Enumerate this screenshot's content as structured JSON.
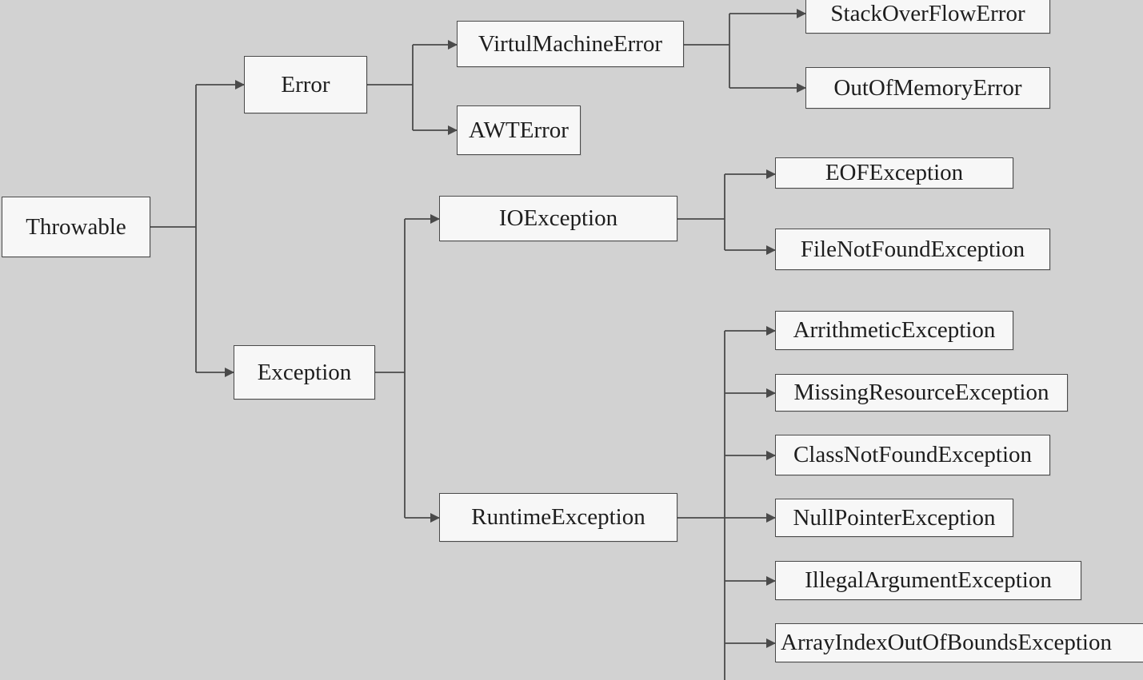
{
  "diagram": {
    "colors": {
      "background": "#d2d2d2",
      "box_fill": "#f7f7f7",
      "line": "#4a4a4a",
      "text": "#1e1e1e"
    },
    "nodes": {
      "throwable": "Throwable",
      "error": "Error",
      "exception": "Exception",
      "virtual_machine_error": "VirtulMachineError",
      "awt_error": "AWTError",
      "stack_overflow_error": "StackOverFlowError",
      "out_of_memory_error": "OutOfMemoryError",
      "io_exception": "IOException",
      "runtime_exception": "RuntimeException",
      "eof_exception": "EOFException",
      "file_not_found_exception": "FileNotFoundException",
      "arithmetic_exception": "ArrithmeticException",
      "missing_resource_exception": "MissingResourceException",
      "class_not_found_exception": "ClassNotFoundException",
      "null_pointer_exception": "NullPointerException",
      "illegal_argument_exception": "IllegalArgumentException",
      "array_index_out_of_bounds_exception": "ArrayIndexOutOfBoundsException"
    },
    "edges": [
      [
        "throwable",
        "error"
      ],
      [
        "throwable",
        "exception"
      ],
      [
        "error",
        "virtual_machine_error"
      ],
      [
        "error",
        "awt_error"
      ],
      [
        "virtual_machine_error",
        "stack_overflow_error"
      ],
      [
        "virtual_machine_error",
        "out_of_memory_error"
      ],
      [
        "exception",
        "io_exception"
      ],
      [
        "exception",
        "runtime_exception"
      ],
      [
        "io_exception",
        "eof_exception"
      ],
      [
        "io_exception",
        "file_not_found_exception"
      ],
      [
        "runtime_exception",
        "arithmetic_exception"
      ],
      [
        "runtime_exception",
        "missing_resource_exception"
      ],
      [
        "runtime_exception",
        "class_not_found_exception"
      ],
      [
        "runtime_exception",
        "null_pointer_exception"
      ],
      [
        "runtime_exception",
        "illegal_argument_exception"
      ],
      [
        "runtime_exception",
        "array_index_out_of_bounds_exception"
      ]
    ]
  }
}
